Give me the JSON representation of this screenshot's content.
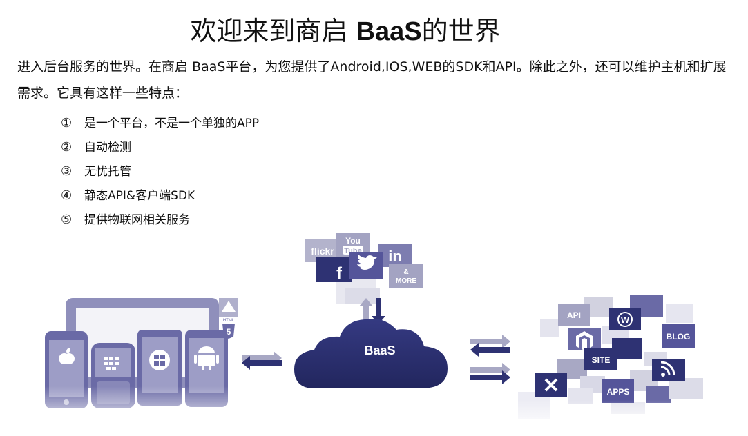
{
  "header": {
    "title_prefix": "欢迎来到商启 ",
    "title_brand": "BaaS",
    "title_suffix": "的世界"
  },
  "intro": {
    "paragraph": "进入后台服务的世界。在商启 BaaS平台，为您提供了Android,IOS,WEB的SDK和API。除此之外，还可以维护主机和扩展需求。它具有这样一些特点："
  },
  "features": [
    {
      "num": "①",
      "text": "是一个平台，不是一个单独的APP"
    },
    {
      "num": "②",
      "text": "自动检测"
    },
    {
      "num": "③",
      "text": "无忧托管"
    },
    {
      "num": "④",
      "text": "静态API&客户端SDK"
    },
    {
      "num": "⑤",
      "text": "提供物联网相关服务"
    }
  ],
  "diagram": {
    "cloud_label": "BaaS",
    "social": {
      "flickr": "flickr",
      "youtube_top": "You",
      "youtube_bottom": "Tube",
      "linkedin": "in",
      "facebook": "f",
      "more_top": "&",
      "more_bottom": "MORE"
    },
    "html5_label": "HTML",
    "html5_number": "5",
    "services": {
      "api": "API",
      "wordpress": "W",
      "blog": "BLOG",
      "site": "SITE",
      "apps": "APPS"
    },
    "colors": {
      "navy": "#2e3273",
      "purple": "#6a6aa6",
      "tile_light": "#d2d2e0",
      "tile_mid": "#a8a8c4"
    }
  }
}
